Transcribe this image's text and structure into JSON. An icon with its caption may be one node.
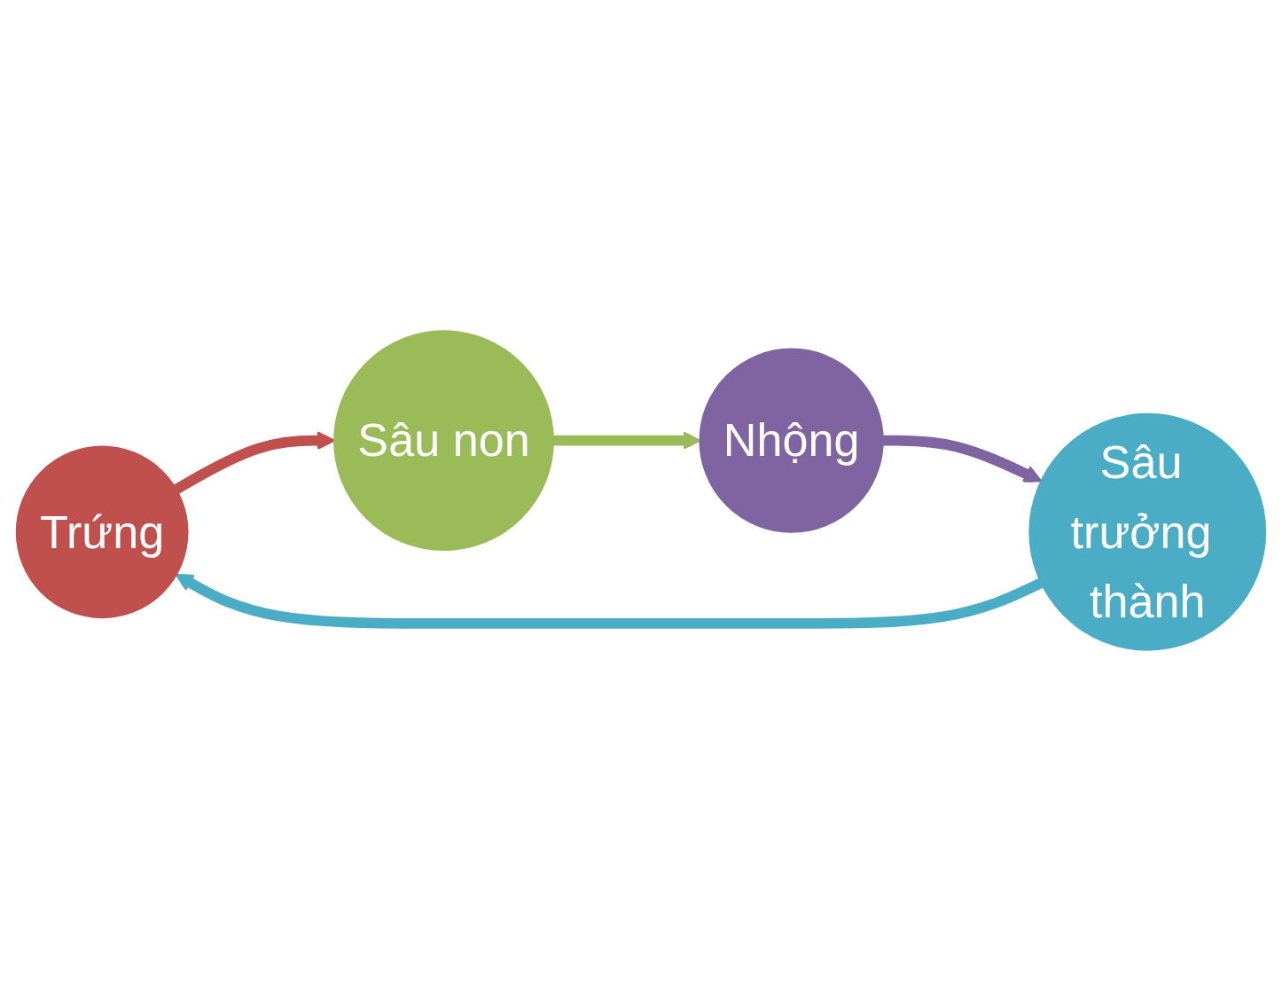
{
  "diagram": {
    "nodes": [
      {
        "text": [
          "Trứng"
        ]
      },
      {
        "text": [
          "Sâu non"
        ]
      },
      {
        "text": [
          "Nhộng"
        ]
      },
      {
        "text": [
          "Sâu trưởng thành"
        ]
      }
    ],
    "edges": [
      {
        "from": 0,
        "to": 1,
        "arrow": "to",
        "color": "#c0504d"
      },
      {
        "from": 1,
        "to": 2,
        "arrow": "to",
        "color": "#9bbb59"
      },
      {
        "from": 2,
        "to": 3,
        "arrow": "to",
        "color": "#8064a2"
      },
      {
        "from": 3,
        "to": 0,
        "arrow": "to",
        "color": "#4bacc6"
      }
    ]
  }
}
